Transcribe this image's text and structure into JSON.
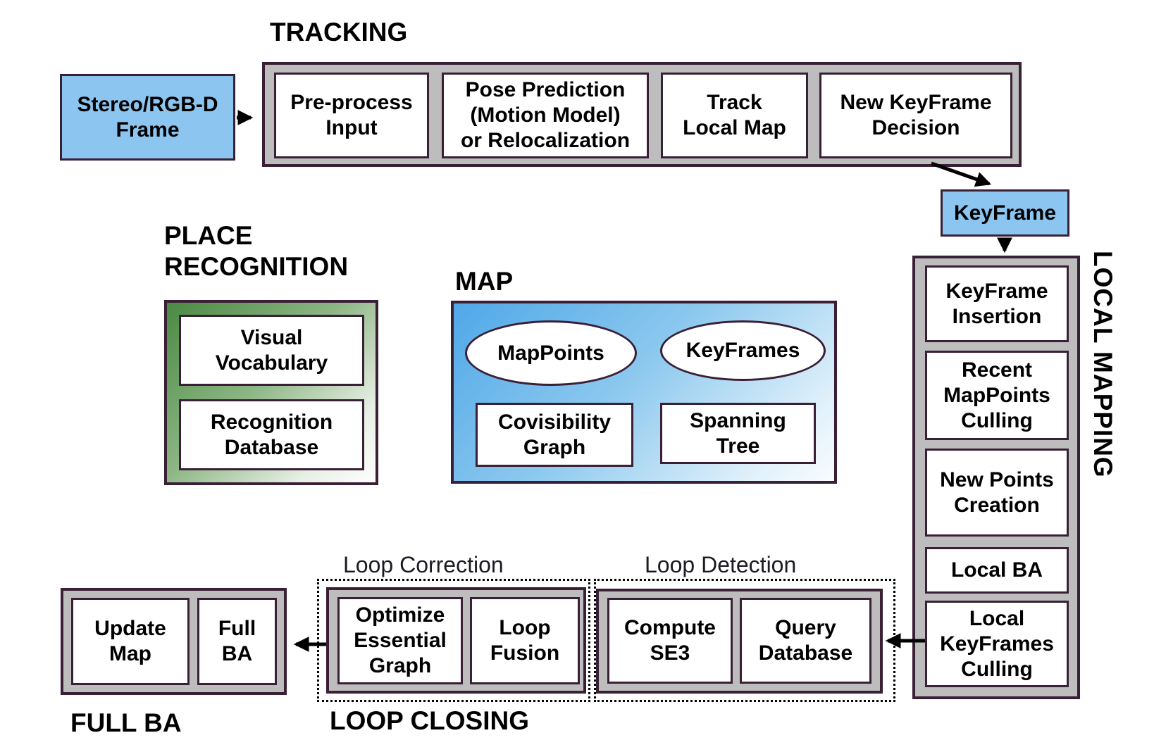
{
  "colors": {
    "background": "#ffffff",
    "border_dark_purple": "#3a2036",
    "container_gray": "#bdbdbd",
    "io_box_blue": "#8cc5f0",
    "place_recognition_gradient_start": "#4a8a42",
    "map_gradient_start": "#4fa8e8",
    "sub_label_text": "#1b1b26",
    "arrow_black": "#000000"
  },
  "tracking": {
    "title": "TRACKING",
    "boxes": [
      {
        "label": "Pre-process\nInput"
      },
      {
        "label": "Pose Prediction\n(Motion Model)\nor Relocalization"
      },
      {
        "label": "Track\nLocal Map"
      },
      {
        "label": "New KeyFrame\nDecision"
      }
    ]
  },
  "io": {
    "stereo_frame": "Stereo/RGB-D\nFrame",
    "keyframe": "KeyFrame"
  },
  "local_mapping": {
    "title": "LOCAL MAPPING",
    "boxes": [
      {
        "label": "KeyFrame\nInsertion"
      },
      {
        "label": "Recent\nMapPoints\nCulling"
      },
      {
        "label": "New Points\nCreation"
      },
      {
        "label": "Local BA"
      },
      {
        "label": "Local\nKeyFrames\nCulling"
      }
    ]
  },
  "place_recognition": {
    "title": "PLACE\nRECOGNITION",
    "boxes": [
      {
        "label": "Visual\nVocabulary"
      },
      {
        "label": "Recognition\nDatabase"
      }
    ]
  },
  "map": {
    "title": "MAP",
    "ellipses": [
      {
        "label": "MapPoints"
      },
      {
        "label": "KeyFrames"
      }
    ],
    "boxes": [
      {
        "label": "Covisibility\nGraph"
      },
      {
        "label": "Spanning\nTree"
      }
    ]
  },
  "full_ba": {
    "title": "FULL BA",
    "boxes": [
      {
        "label": "Update\nMap"
      },
      {
        "label": "Full\nBA"
      }
    ]
  },
  "loop_closing": {
    "title": "LOOP CLOSING",
    "correction": {
      "title": "Loop Correction",
      "boxes": [
        {
          "label": "Optimize\nEssential\nGraph"
        },
        {
          "label": "Loop\nFusion"
        }
      ]
    },
    "detection": {
      "title": "Loop Detection",
      "boxes": [
        {
          "label": "Compute\nSE3"
        },
        {
          "label": "Query\nDatabase"
        }
      ]
    }
  }
}
